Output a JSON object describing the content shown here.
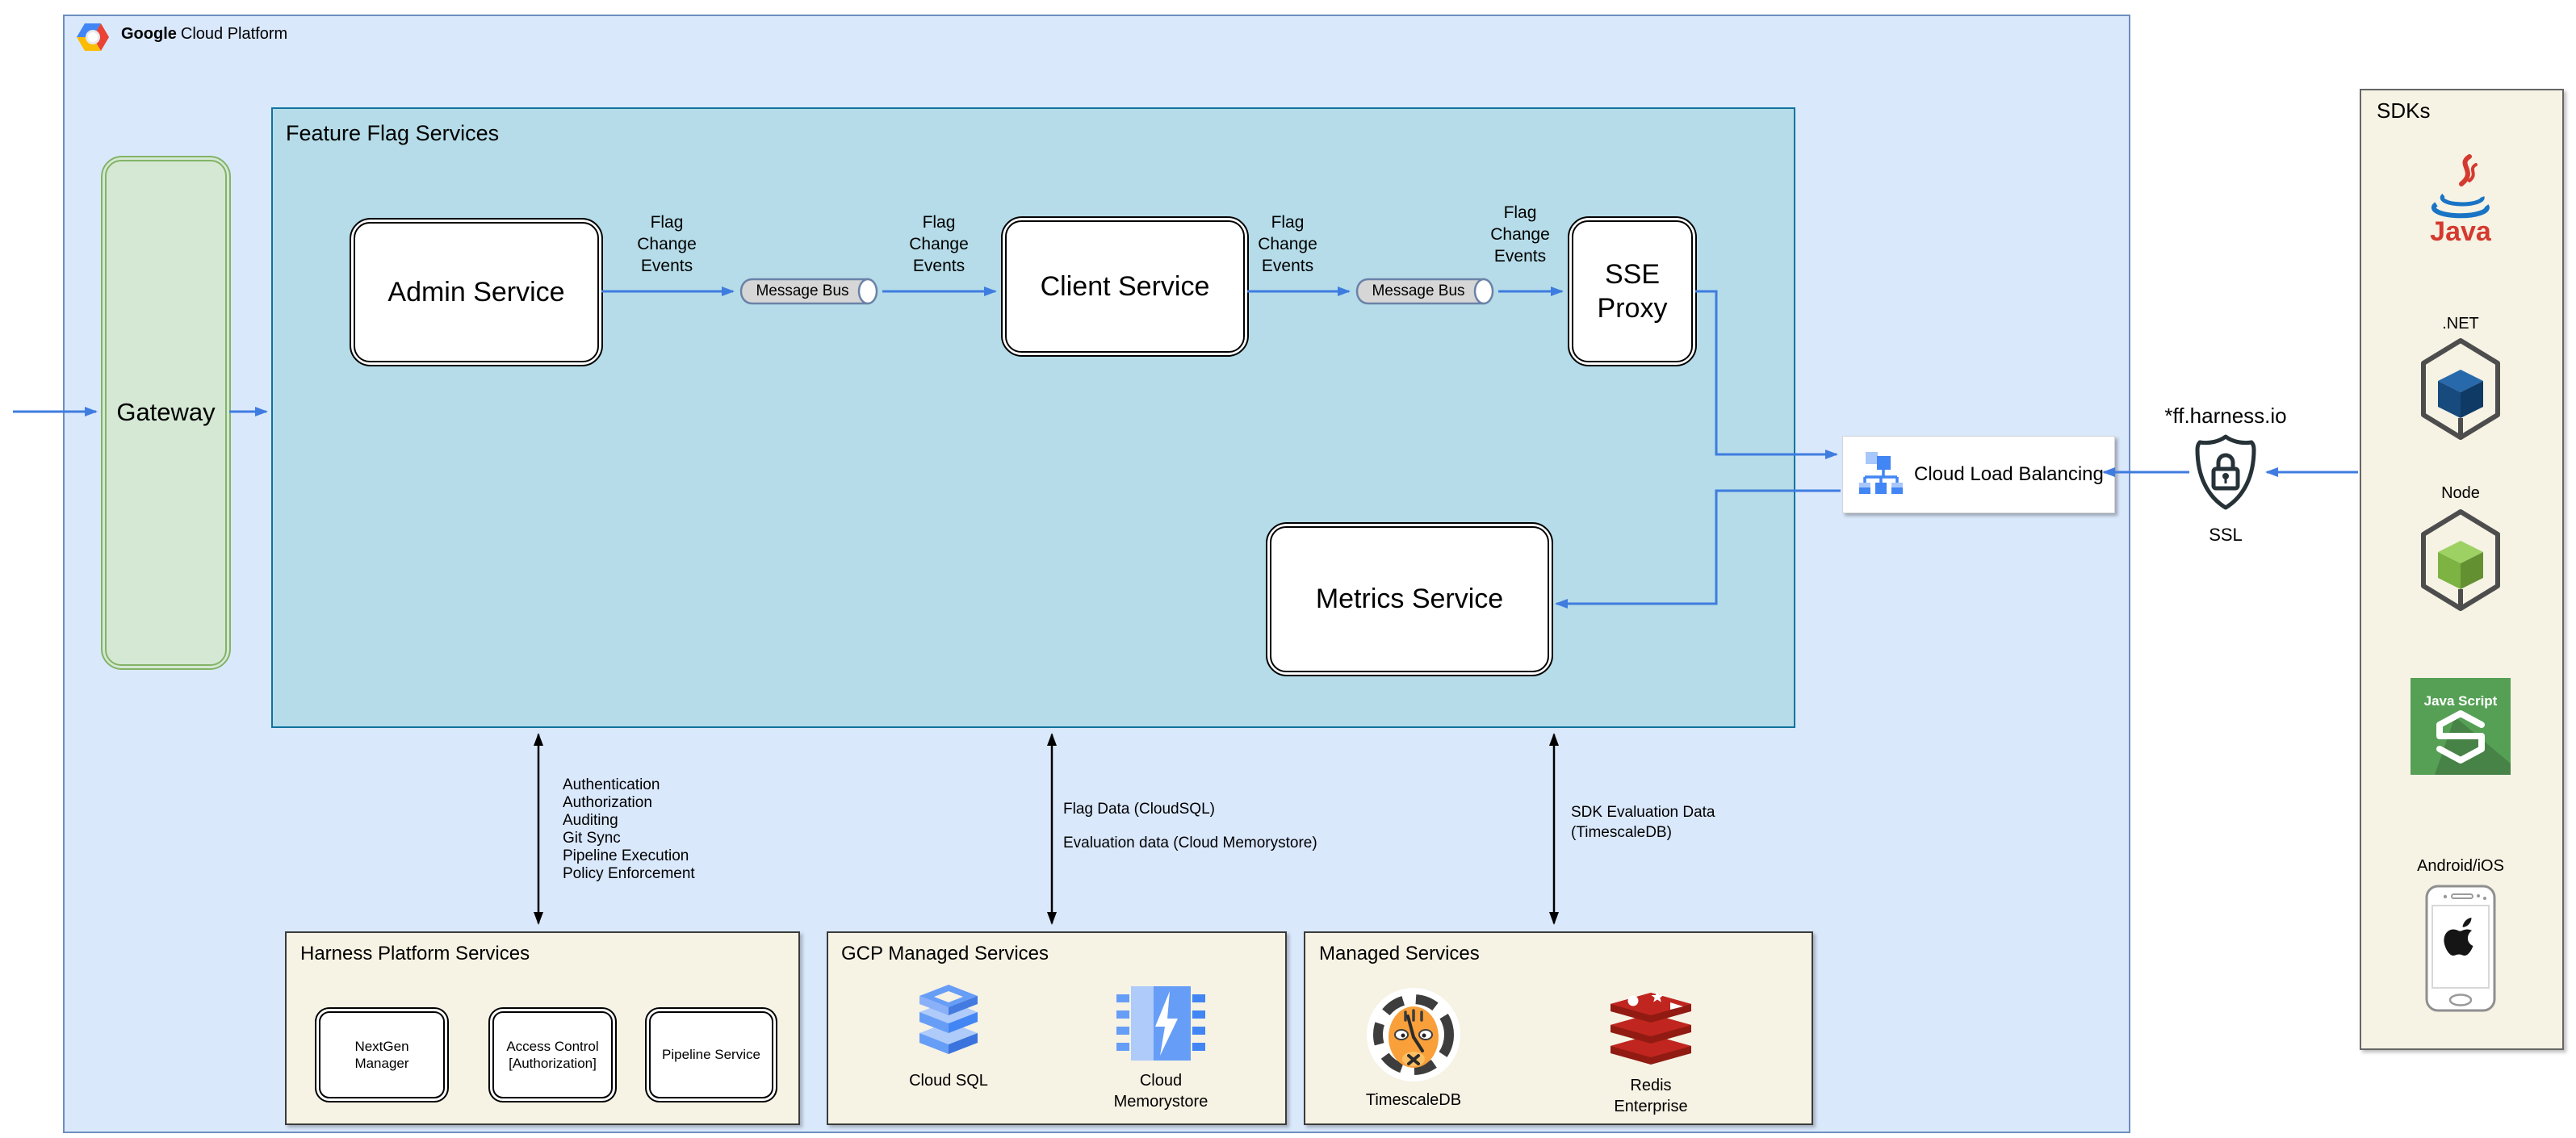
{
  "header": {
    "brand_bold": "Google",
    "brand_rest": "Cloud Platform"
  },
  "gateway": {
    "label": "Gateway"
  },
  "ffs": {
    "title": "Feature Flag Services",
    "admin": "Admin Service",
    "client": "Client Service",
    "sse": "SSE Proxy",
    "metrics": "Metrics Service",
    "bus1": "Message Bus",
    "bus2": "Message Bus",
    "flag_change": "Flag Change Events"
  },
  "clb": {
    "label": "Cloud Load Balancing"
  },
  "ssl": {
    "domain": "*ff.harness.io",
    "label": "SSL"
  },
  "sdks": {
    "title": "SDKs",
    "java_label": "Java",
    "dotnet_label": ".NET",
    "node_label": "Node",
    "js_line": "Java Script",
    "js_s": "S",
    "android_ios_label": "Android/iOS"
  },
  "links": {
    "auth_list": [
      "Authentication",
      "Authorization",
      "Auditing",
      "Git Sync",
      "Pipeline Execution",
      "Policy Enforcement"
    ],
    "flag_data": "Flag Data (CloudSQL)",
    "eval_data": "Evaluation data (Cloud Memorystore)",
    "sdk_eval": "SDK Evaluation Data (TimescaleDB)"
  },
  "panels": {
    "harness": {
      "title": "Harness Platform Services",
      "items": [
        "NextGen Manager",
        "Access Control [Authorization]",
        "Pipeline Service"
      ]
    },
    "gcp": {
      "title": "GCP Managed Services",
      "cloud_sql": "Cloud SQL",
      "memorystore": "Cloud Memorystore"
    },
    "managed": {
      "title": "Managed Services",
      "timescale": "TimescaleDB",
      "redis": "Redis Enterprise"
    }
  },
  "colors": {
    "arrow_blue": "#3f7ce0",
    "gcp_box_fill": "#dae8fc",
    "gcp_box_border": "#6c8ebf",
    "ffs_fill": "#b5dce8",
    "ffs_border": "#10739e",
    "gateway_fill": "#d5e8d4",
    "gateway_border": "#82b366",
    "panel_fill": "#f6f2e4",
    "google_blue": "#4285f4",
    "google_red": "#ea4335",
    "google_yellow": "#fbbc05",
    "dotnet_blue": "#1d5a9e",
    "node_green": "#8cc84b",
    "js_green": "#55a055",
    "tiger_orange": "#f9a03a",
    "redis_red": "#c0261f"
  }
}
